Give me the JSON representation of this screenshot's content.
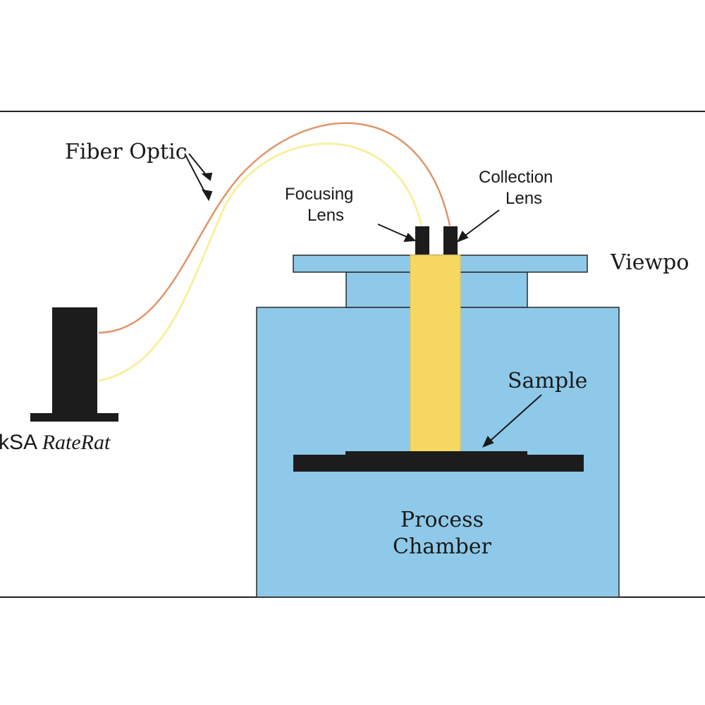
{
  "labels": {
    "fiber_optic": "Fiber Optic",
    "focusing_lens_line1": "Focusing",
    "focusing_lens_line2": "Lens",
    "collection_lens_line1": "Collection",
    "collection_lens_line2": "Lens",
    "viewport": "Viewpo",
    "sample": "Sample",
    "device_prefix": "kSA ",
    "device_name": "RateRat",
    "chamber_line1": "Process",
    "chamber_line2": "Chamber"
  },
  "colors": {
    "chamber_fill": "#8ec9e9",
    "beam_fill": "#f6d860",
    "dark": "#1c1c1c",
    "fiber_orange": "#e0956a",
    "fiber_yellow": "#f7f0a0"
  }
}
